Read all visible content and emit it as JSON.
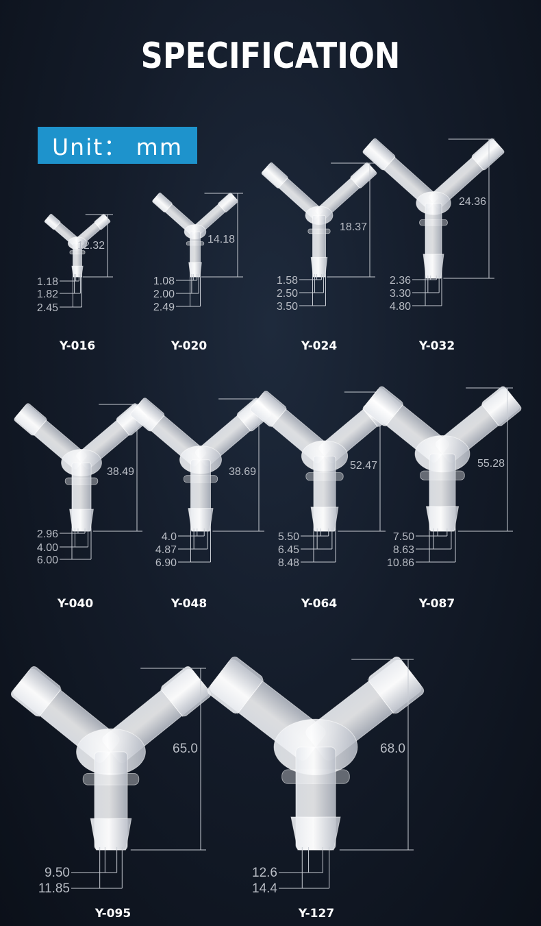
{
  "title": "SPECIFICATION",
  "unit_label": "Unit： mm",
  "parts": [
    {
      "model": "Y-016",
      "height": "12.32",
      "d1": "1.18",
      "d2": "1.82",
      "d3": "2.45"
    },
    {
      "model": "Y-020",
      "height": "14.18",
      "d1": "1.08",
      "d2": "2.00",
      "d3": "2.49"
    },
    {
      "model": "Y-024",
      "height": "18.37",
      "d1": "1.58",
      "d2": "2.50",
      "d3": "3.50"
    },
    {
      "model": "Y-032",
      "height": "24.36",
      "d1": "2.36",
      "d2": "3.30",
      "d3": "4.80"
    },
    {
      "model": "Y-040",
      "height": "38.49",
      "d1": "2.96",
      "d2": "4.00",
      "d3": "6.00"
    },
    {
      "model": "Y-048",
      "height": "38.69",
      "d1": "4.0",
      "d2": "4.87",
      "d3": "6.90"
    },
    {
      "model": "Y-064",
      "height": "52.47",
      "d1": "5.50",
      "d2": "6.45",
      "d3": "8.48"
    },
    {
      "model": "Y-087",
      "height": "55.28",
      "d1": "7.50",
      "d2": "8.63",
      "d3": "10.86"
    },
    {
      "model": "Y-095",
      "height": "65.0",
      "d1": "9.50",
      "d2": "11.85"
    },
    {
      "model": "Y-127",
      "height": "68.0",
      "d1": "12.6",
      "d2": "14.4"
    }
  ],
  "colors": {
    "background": "#141c2a",
    "unit_badge": "#1e93cc",
    "text": "#ffffff",
    "dimension": "#b8bcc4"
  }
}
